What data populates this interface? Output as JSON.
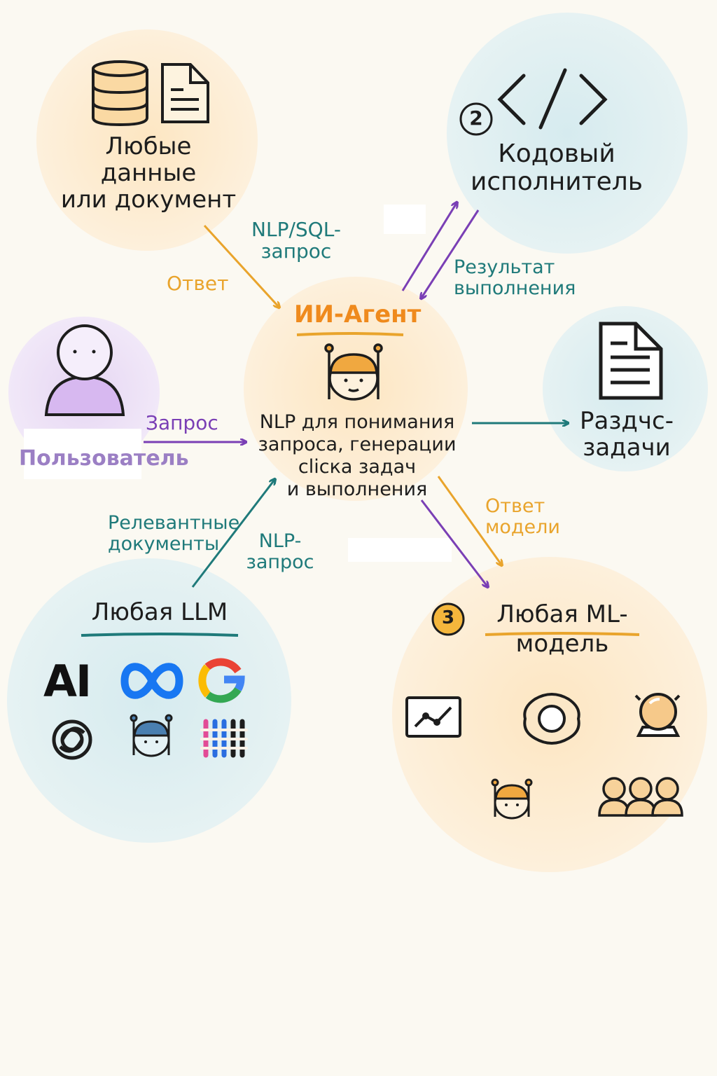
{
  "colors": {
    "orange": "#e9a42c",
    "teal": "#1f7a7a",
    "purple": "#7a3fb5",
    "peach_bg": "#fdebcc",
    "blue_bg": "#dcedf0",
    "lilac_bg": "#eadcf5",
    "ink": "#1d1d1d"
  },
  "nodes": {
    "data_source": {
      "title_lines": [
        "Любые",
        "данные",
        "или документ"
      ],
      "icons": [
        "database-icon",
        "document-icon"
      ]
    },
    "code_executor": {
      "number": "2",
      "title_lines": [
        "Кодовый",
        "исполнитель"
      ],
      "icons": [
        "code-brackets-icon"
      ]
    },
    "user": {
      "title": "Пользователь",
      "icons": [
        "user-icon"
      ]
    },
    "agent": {
      "title": "ИИ-Агент",
      "description_lines": [
        "NLP для понимания",
        "запроса, генерации",
        "сliска задач",
        "и выполнения"
      ],
      "icons": [
        "robot-icon"
      ]
    },
    "subtasks": {
      "title_lines": [
        "Раздчс-",
        "задачи"
      ],
      "icons": [
        "document-icon"
      ]
    },
    "llm": {
      "title": "Любая LLM",
      "logos": [
        "AI",
        "meta-logo",
        "google-logo",
        "openai-logo",
        "robot-icon",
        "mistral-logo"
      ]
    },
    "ml_model": {
      "number": "3",
      "title_lines": [
        "Любая ML-",
        "модель"
      ],
      "icons": [
        "chart-icon",
        "gear-icon",
        "crystal-ball-icon",
        "robot-icon",
        "group-icon"
      ]
    }
  },
  "edges": {
    "nlp_sql": [
      "NLP/SQL-",
      "запрос"
    ],
    "answer": "Ответ",
    "exec_result": [
      "Результат",
      "выполнения"
    ],
    "request": "Запрос",
    "relevant_docs": [
      "Релевантные",
      "документы"
    ],
    "nlp_request": [
      "NLP-",
      "запрос"
    ],
    "model_answer": [
      "Ответ",
      "модели"
    ]
  }
}
